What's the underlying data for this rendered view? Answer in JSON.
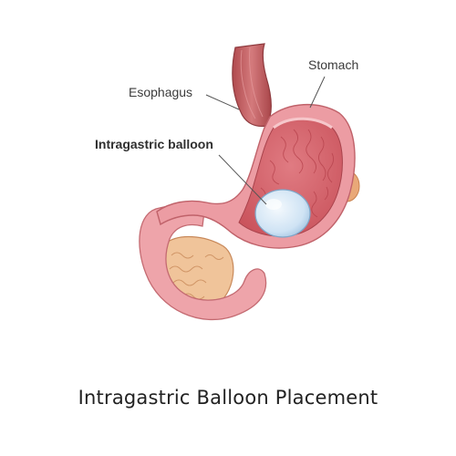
{
  "labels": {
    "stomach": "Stomach",
    "esophagus": "Esophagus",
    "balloon": "Intragastric balloon"
  },
  "caption": "Intragastric Balloon Placement",
  "colors": {
    "stomach_outer": "#e79aa0",
    "stomach_inner": "#d86a72",
    "esophagus": "#c0565a",
    "balloon": "#cfe3f4",
    "pancreas": "#f0c49a",
    "leader_line": "#555555"
  }
}
